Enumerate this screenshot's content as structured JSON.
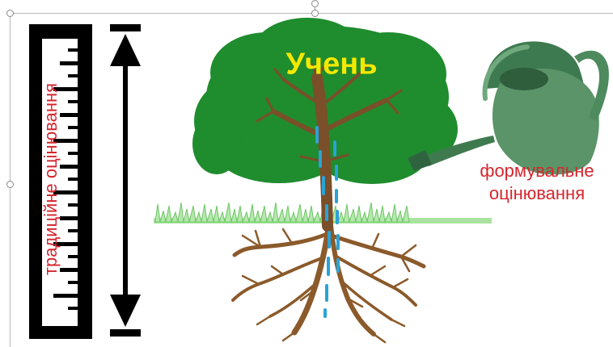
{
  "labels": {
    "ruler": "традиційне оцінювання",
    "pupil": "Учень",
    "formative_line1": "формувальне",
    "formative_line2": "оцінювання"
  },
  "colors": {
    "ruler": "#000000",
    "foliage": "#1f8c2e",
    "trunk": "#7a4f2a",
    "roots": "#8b5a2b",
    "grass": "#7fd37a",
    "water": "#2aa3d6",
    "watering_can": "#4f8a5e",
    "label_red": "#d4262e",
    "label_yellow": "#f5e800"
  }
}
